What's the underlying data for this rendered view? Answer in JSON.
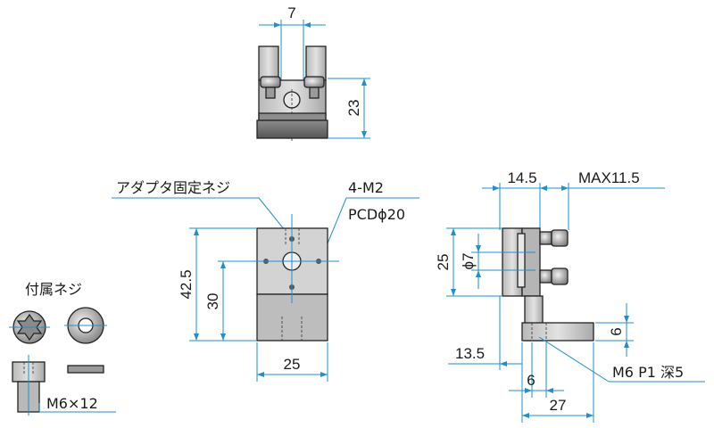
{
  "colors": {
    "dimension_line": "#1e8fd0",
    "body_fill": "#c9c9c9",
    "body_dark": "#6f6f6f",
    "outline": "#222222"
  },
  "views": {
    "top": {
      "width_dim": "7",
      "height_dim": "23"
    },
    "front": {
      "label_screw": "アダプタ固定ネジ",
      "label_tap": "4-M2",
      "label_pcd": "PCDϕ20",
      "height_dim": "42.5",
      "inner_dim": "30",
      "width_dim": "25"
    },
    "side": {
      "dim_14_5": "14.5",
      "dim_max": "MAX11.5",
      "dim_25": "25",
      "dim_phi7": "ϕ7",
      "dim_6_right": "6",
      "dim_13_5": "13.5",
      "label_m6": "M6 P1 深5",
      "dim_6_bottom": "6",
      "dim_27": "27"
    },
    "parts": {
      "title": "付属ネジ",
      "screw_label": "M6×12"
    }
  }
}
